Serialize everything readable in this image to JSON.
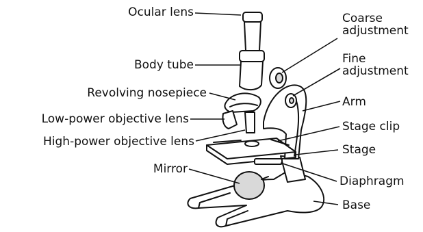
{
  "diagram": {
    "labels": {
      "ocular_lens": "Ocular lens",
      "body_tube": "Body tube",
      "revolving_nosepiece": "Revolving nosepiece",
      "low_power_objective": "Low-power objective lens",
      "high_power_objective": "High-power objective lens",
      "mirror": "Mirror",
      "coarse_adjustment_line1": "Coarse",
      "coarse_adjustment_line2": "adjustment",
      "fine_adjustment_line1": "Fine",
      "fine_adjustment_line2": "adjustment",
      "arm": "Arm",
      "stage_clip": "Stage clip",
      "stage": "Stage",
      "diaphragm": "Diaphragm",
      "base": "Base"
    },
    "colors": {
      "ink": "#111111",
      "fill": "#ffffff",
      "shade": "#d9d9d9"
    }
  }
}
